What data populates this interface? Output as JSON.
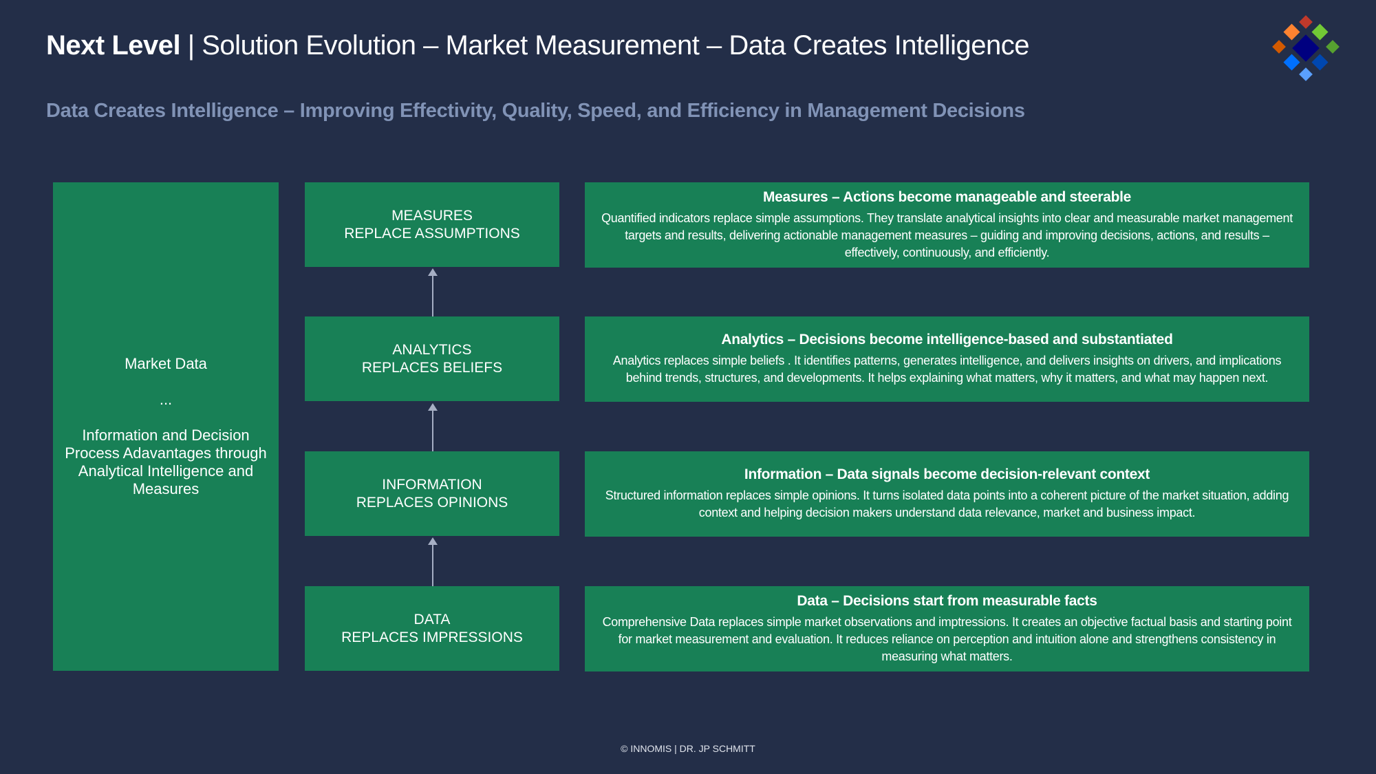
{
  "header": {
    "brand": "Next Level",
    "separator": "|",
    "title": "Solution Evolution – Market Measurement – Data Creates Intelligence",
    "subtitle": "Data Creates Intelligence – Improving Effectivity, Quality, Speed, and Efficiency in Management Decisions"
  },
  "logo": {
    "colors": [
      "#c0392b",
      "#ff8330",
      "#72c935",
      "#d35a00",
      "#000080",
      "#56a030",
      "#0070ff",
      "#0047b0",
      "#5aa0ff"
    ]
  },
  "left_box": {
    "line1": "Market Data",
    "line2": "...",
    "line3": "Information and Decision Process Adavantages through Analytical Intelligence and Measures"
  },
  "stages": [
    {
      "line1": "MEASURES",
      "line2": "REPLACE ASSUMPTIONS",
      "heading": "Measures – Actions become manageable and steerable",
      "text": "Quantified indicators replace simple assumptions. They translate analytical insights into clear and measurable market management targets and results, delivering actionable management measures – guiding and improving decisions, actions, and results – effectively, continuously, and efficiently."
    },
    {
      "line1": "ANALYTICS",
      "line2": "REPLACES BELIEFS",
      "heading": "Analytics – Decisions become intelligence-based and substantiated",
      "text": "Analytics replaces simple beliefs . It identifies patterns, generates intelligence, and delivers insights on drivers, and implications behind trends, structures, and developments. It helps explaining what matters, why it matters, and what may happen next."
    },
    {
      "line1": "INFORMATION",
      "line2": "REPLACES OPINIONS",
      "heading": "Information – Data signals become decision-relevant context",
      "text": "Structured information replaces simple opinions. It turns isolated data points into a coherent picture of the market situation, adding context and helping decision makers understand data relevance, market and business impact."
    },
    {
      "line1": "DATA",
      "line2": "REPLACES IMPRESSIONS",
      "heading": "Data – Decisions start from measurable facts",
      "text": "Comprehensive Data replaces simple market observations and imptressions. It creates an objective factual basis and starting point for market measurement and evaluation. It reduces reliance on perception and intuition alone and strengthens consistency in measuring what matters."
    }
  ],
  "footer": "© INNOMIS | DR. JP SCHMITT",
  "colors": {
    "background": "#232e48",
    "box": "#188056",
    "subtitle": "#8193b6"
  }
}
